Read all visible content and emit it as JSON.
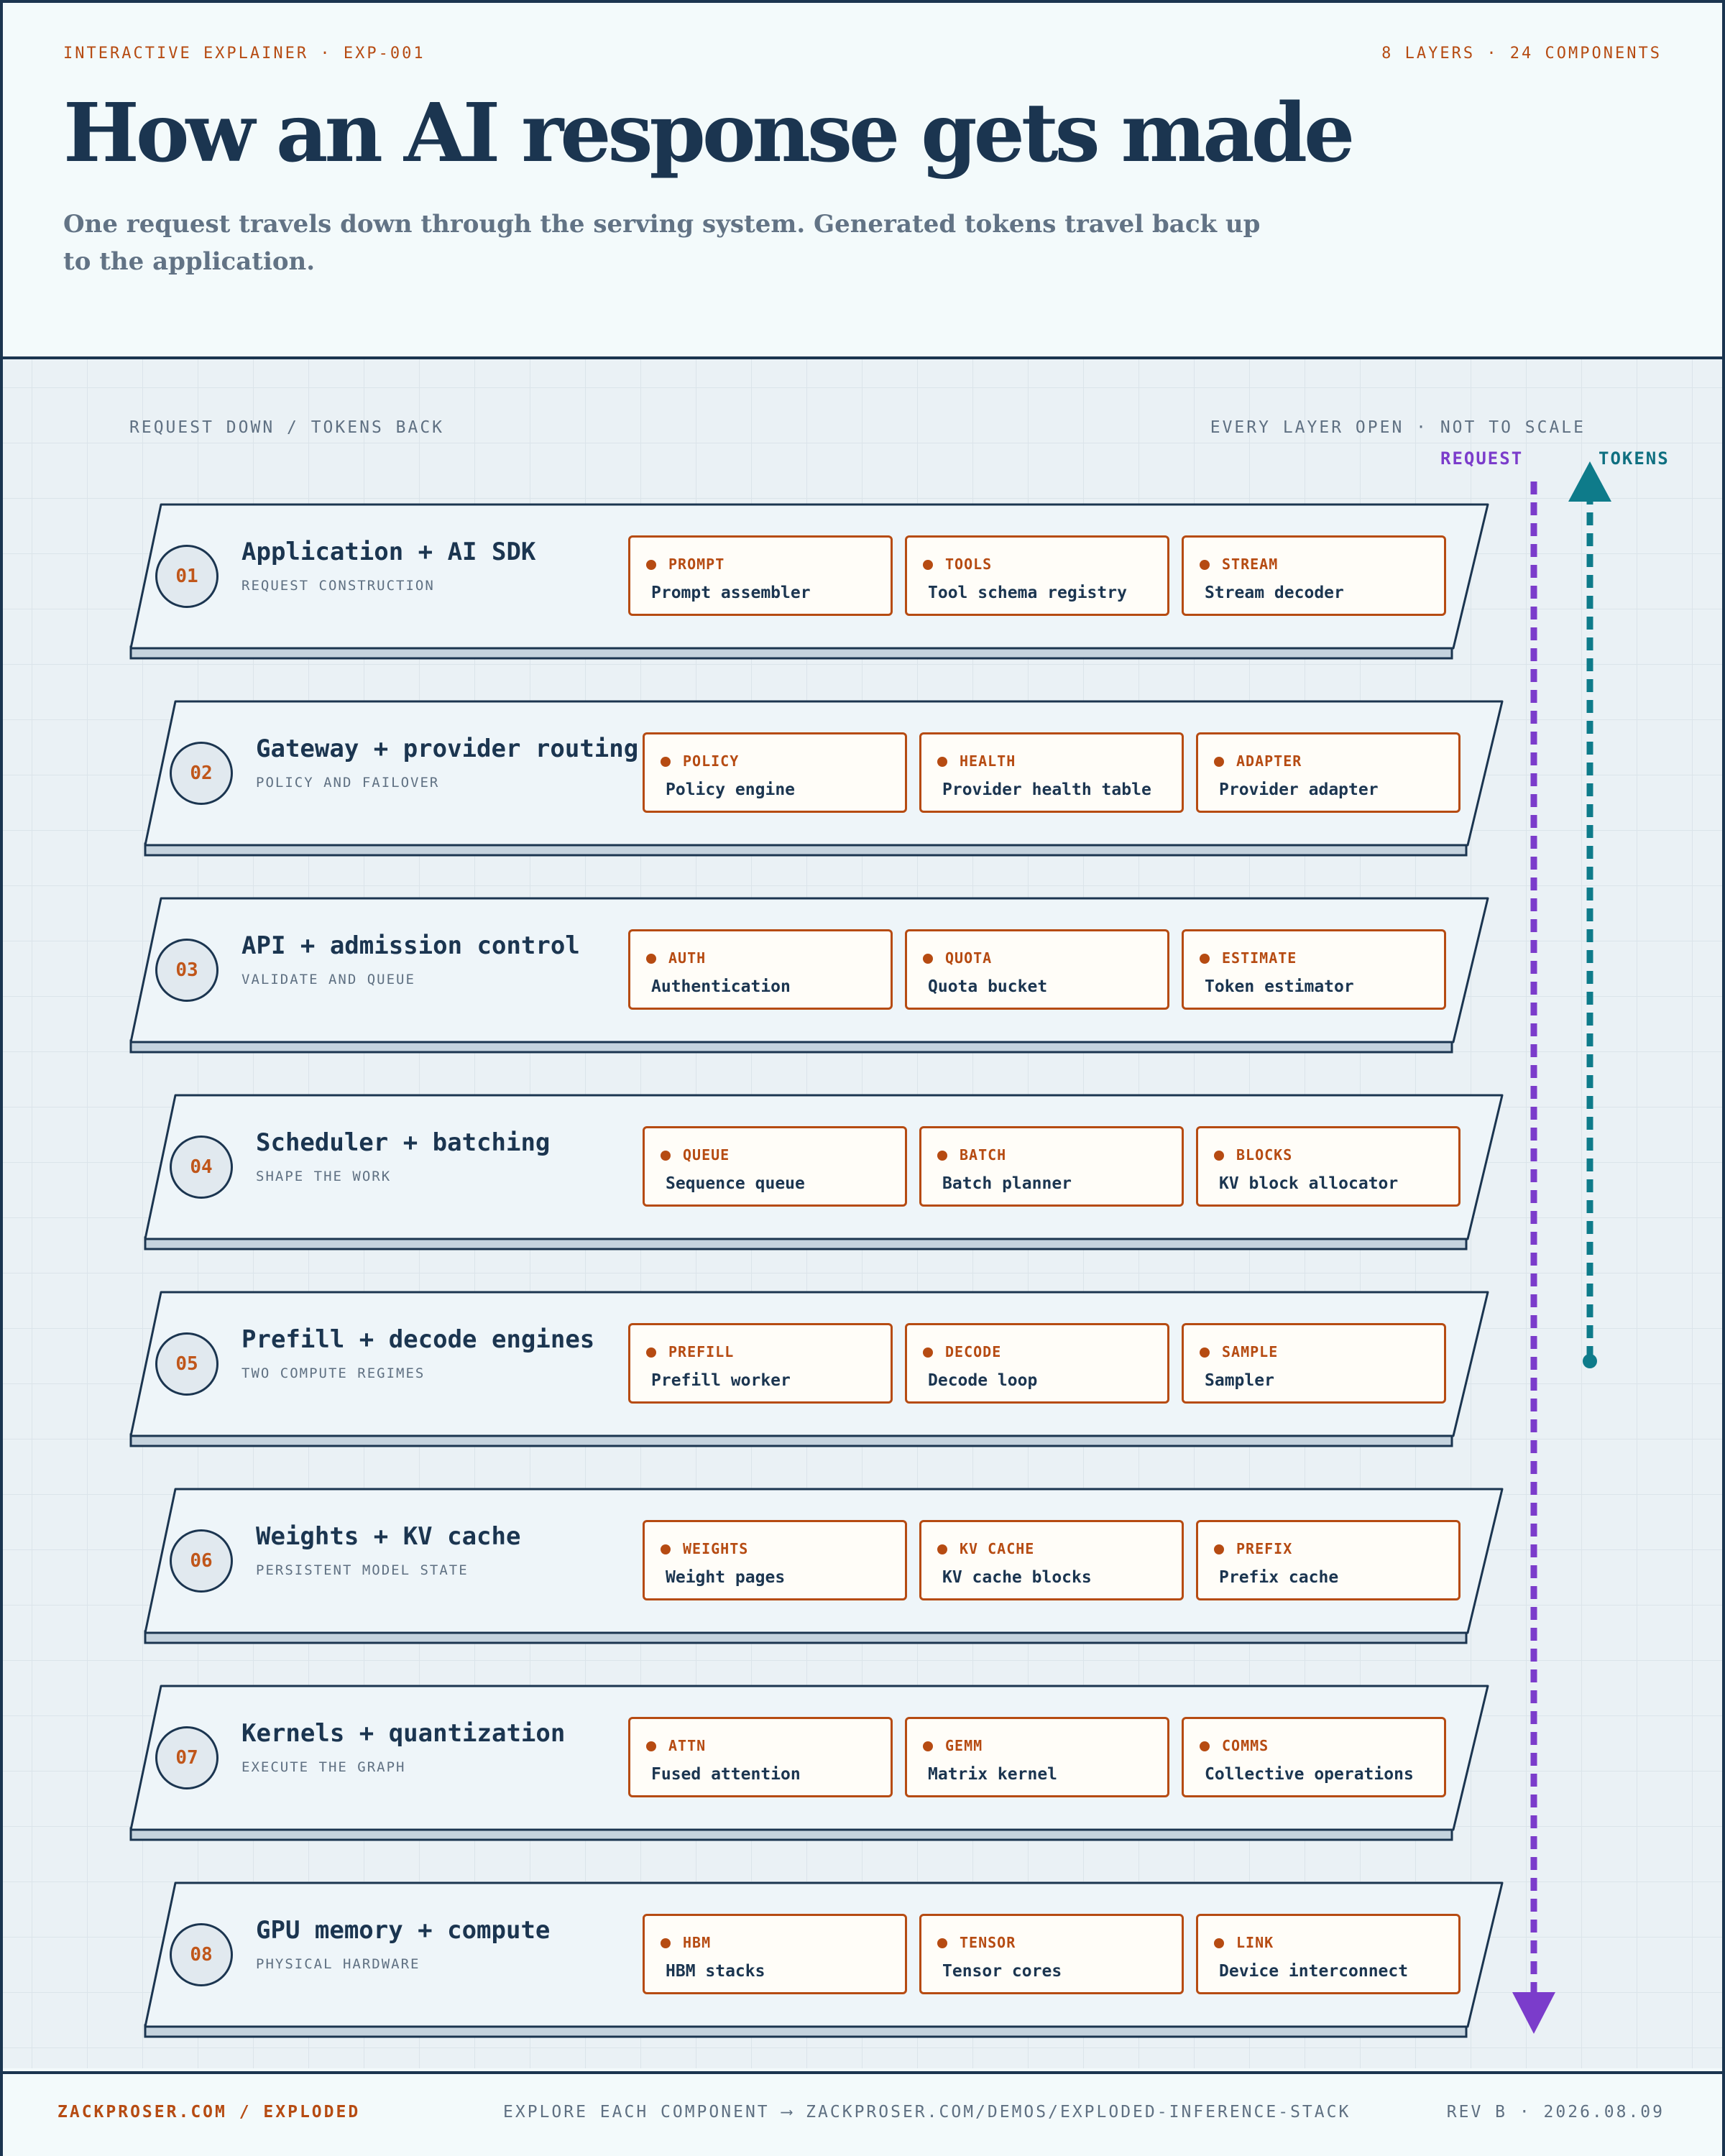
{
  "header": {
    "eyebrow_left": "INTERACTIVE EXPLAINER · EXP-001",
    "eyebrow_right": "8 LAYERS · 24 COMPONENTS",
    "title": "How an AI response gets made",
    "subtitle": "One request travels down through the serving system. Generated tokens travel back up to the application."
  },
  "diagram": {
    "caption_left": "REQUEST DOWN / TOKENS BACK",
    "caption_right": "EVERY LAYER OPEN · NOT TO SCALE",
    "flow": {
      "request_label": "REQUEST",
      "tokens_label": "TOKENS",
      "request_color": "#7b3ccb",
      "tokens_color": "#0e7b8a"
    },
    "layers": [
      {
        "num": "01",
        "title": "Application + AI SDK",
        "subtitle": "REQUEST CONSTRUCTION",
        "components": [
          {
            "tag": "PROMPT",
            "name": "Prompt assembler"
          },
          {
            "tag": "TOOLS",
            "name": "Tool schema registry"
          },
          {
            "tag": "STREAM",
            "name": "Stream decoder"
          }
        ]
      },
      {
        "num": "02",
        "title": "Gateway + provider routing",
        "subtitle": "POLICY AND FAILOVER",
        "components": [
          {
            "tag": "POLICY",
            "name": "Policy engine"
          },
          {
            "tag": "HEALTH",
            "name": "Provider health table"
          },
          {
            "tag": "ADAPTER",
            "name": "Provider adapter"
          }
        ]
      },
      {
        "num": "03",
        "title": "API + admission control",
        "subtitle": "VALIDATE AND QUEUE",
        "components": [
          {
            "tag": "AUTH",
            "name": "Authentication"
          },
          {
            "tag": "QUOTA",
            "name": "Quota bucket"
          },
          {
            "tag": "ESTIMATE",
            "name": "Token estimator"
          }
        ]
      },
      {
        "num": "04",
        "title": "Scheduler + batching",
        "subtitle": "SHAPE THE WORK",
        "components": [
          {
            "tag": "QUEUE",
            "name": "Sequence queue"
          },
          {
            "tag": "BATCH",
            "name": "Batch planner"
          },
          {
            "tag": "BLOCKS",
            "name": "KV block allocator"
          }
        ]
      },
      {
        "num": "05",
        "title": "Prefill + decode engines",
        "subtitle": "TWO COMPUTE REGIMES",
        "components": [
          {
            "tag": "PREFILL",
            "name": "Prefill worker"
          },
          {
            "tag": "DECODE",
            "name": "Decode loop"
          },
          {
            "tag": "SAMPLE",
            "name": "Sampler"
          }
        ]
      },
      {
        "num": "06",
        "title": "Weights + KV cache",
        "subtitle": "PERSISTENT MODEL STATE",
        "components": [
          {
            "tag": "WEIGHTS",
            "name": "Weight pages"
          },
          {
            "tag": "KV CACHE",
            "name": "KV cache blocks"
          },
          {
            "tag": "PREFIX",
            "name": "Prefix cache"
          }
        ]
      },
      {
        "num": "07",
        "title": "Kernels + quantization",
        "subtitle": "EXECUTE THE GRAPH",
        "components": [
          {
            "tag": "ATTN",
            "name": "Fused attention"
          },
          {
            "tag": "GEMM",
            "name": "Matrix kernel"
          },
          {
            "tag": "COMMS",
            "name": "Collective operations"
          }
        ]
      },
      {
        "num": "08",
        "title": "GPU memory + compute",
        "subtitle": "PHYSICAL HARDWARE",
        "components": [
          {
            "tag": "HBM",
            "name": "HBM stacks"
          },
          {
            "tag": "TENSOR",
            "name": "Tensor cores"
          },
          {
            "tag": "LINK",
            "name": "Device interconnect"
          }
        ]
      }
    ]
  },
  "footer": {
    "left": "ZACKPROSER.COM / EXPLODED",
    "center": "EXPLORE EACH COMPONENT ⟶ ZACKPROSER.COM/DEMOS/EXPLODED-INFERENCE-STACK",
    "right": "REV B · 2026.08.09"
  }
}
